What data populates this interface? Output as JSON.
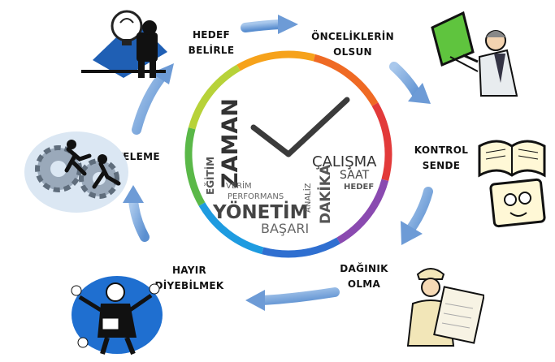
{
  "steps": [
    {
      "id": "hedef",
      "line1": "HEDEF",
      "line2": "BELİRLE"
    },
    {
      "id": "oncelik",
      "line1": "ÖNCELİKLERİN",
      "line2": "OLSUN"
    },
    {
      "id": "kontrol",
      "line1": "KONTROL",
      "line2": "SENDE"
    },
    {
      "id": "daginik",
      "line1": "DAĞINIK",
      "line2": "OLMA"
    },
    {
      "id": "hayir",
      "line1": "HAYIR",
      "line2": "DİYEBİLMEK"
    },
    {
      "id": "erteleme",
      "line1": "ERTELEME",
      "line2": ""
    }
  ],
  "clock_words": {
    "zaman": "ZAMAN",
    "egitim": "EĞİTİM",
    "verim": "VERİM",
    "performans": "PERFORMANS",
    "yonetim": "YÖNETİM",
    "basari": "BAŞARI",
    "analiz": "ANALİZ",
    "dakika": "DAKİKA",
    "calisma": "ÇALIŞMA",
    "saat": "SAAT",
    "hedef": "HEDEF"
  },
  "colors": {
    "arrow": "#8db4e2",
    "arrow_dark": "#5b8fd0",
    "ring": [
      "#f6a21b",
      "#ef6a24",
      "#e23a3a",
      "#8a4ab0",
      "#2f6fd0",
      "#1e9be0",
      "#5ab848",
      "#b7d239"
    ],
    "hands": "#3b3b3b",
    "word_dark": "#333333",
    "word_mid": "#666666"
  },
  "icons": [
    "lightbulb-man-icon",
    "teacher-board-icon",
    "book-monitor-icon",
    "architect-plans-icon",
    "juggler-icon",
    "gear-runners-icon"
  ]
}
